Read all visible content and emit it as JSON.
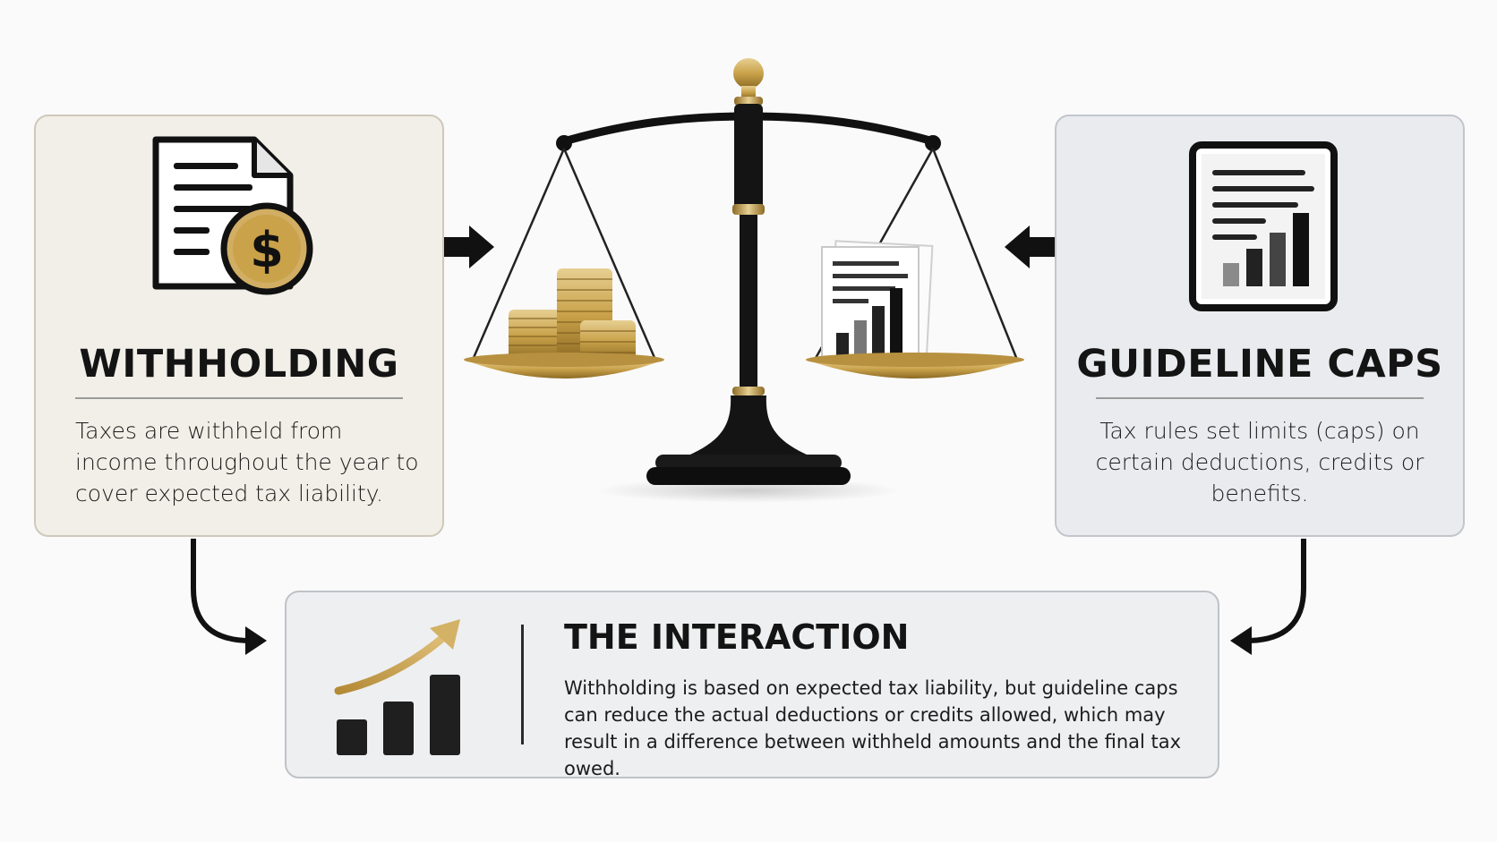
{
  "withholding": {
    "title": "WITHHOLDING",
    "description": "Taxes are withheld from income throughout the year to cover expected tax liability.",
    "icon": "document-dollar-icon"
  },
  "guideline_caps": {
    "title": "GUIDELINE CAPS",
    "description": "Tax rules set limits (caps) on certain deductions, credits or benefits.",
    "icon": "document-bar-chart-icon"
  },
  "interaction": {
    "title": "THE INTERACTION",
    "description": "Withholding is based on expected tax liability, but guideline caps can reduce the actual deductions or credits allowed, which may result in a difference between withheld amounts and the final tax owed.",
    "icon": "growth-chart-arrow-icon"
  },
  "center": {
    "icon": "balance-scale-icon",
    "left_pan": "coin-stacks-icon",
    "right_pan": "report-chart-icon"
  },
  "colors": {
    "gold": "#c9a24a",
    "dark": "#111111",
    "left_panel": "#f2efe8",
    "right_panel": "#e9ebef",
    "bottom_panel": "#eeeff1"
  }
}
